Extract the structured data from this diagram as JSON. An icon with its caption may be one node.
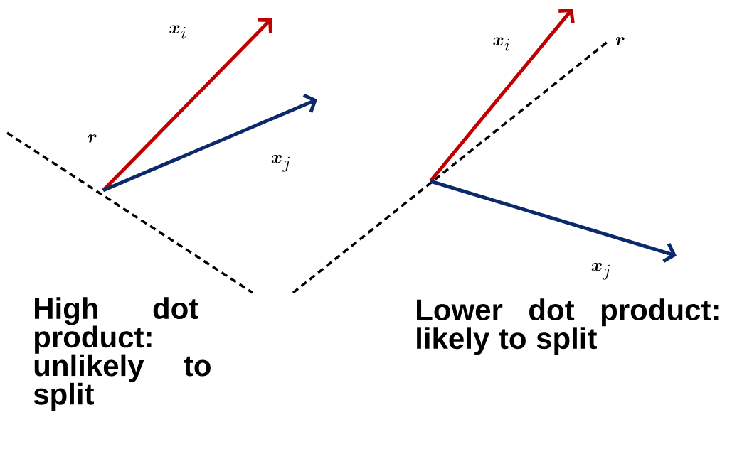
{
  "diagram": {
    "labels": [
      "\\boldsymbol{x}_i",
      "\\boldsymbol{r}",
      "\\boldsymbol{x}_j",
      "High dot product: unlikely to split",
      "\\boldsymbol{x}_i",
      "\\boldsymbol{r}",
      "Lower dot product: likely to split",
      "\\boldsymbol{x}_j"
    ]
  }
}
